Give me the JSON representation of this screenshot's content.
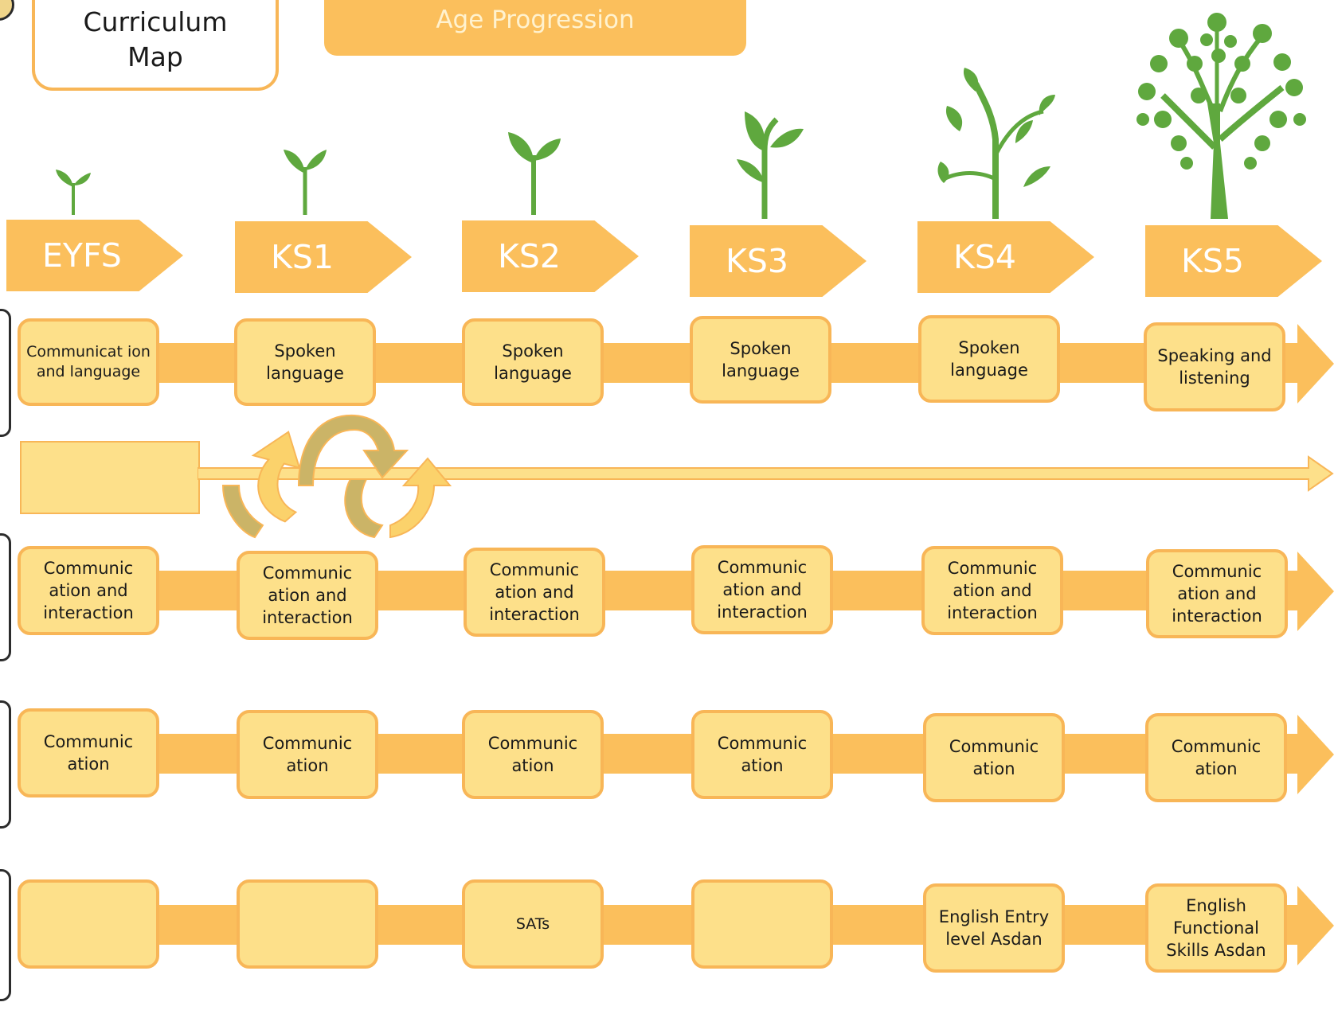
{
  "header": {
    "title": "Curriculum\nMap",
    "banner": "Age Progression"
  },
  "stages": [
    "EYFS",
    "KS1",
    "KS2",
    "KS3",
    "KS4",
    "KS5"
  ],
  "rows": [
    [
      "Communicat ion and language",
      "Spoken language",
      "Spoken language",
      "Spoken language",
      "Spoken language",
      "Speaking and listening"
    ],
    [
      "Communic ation and interaction",
      "Communic ation and interaction",
      "Communic ation and interaction",
      "Communic ation and interaction",
      "Communic ation and interaction",
      "Communic ation and interaction"
    ],
    [
      "Communic ation",
      "Communic ation",
      "Communic ation",
      "Communic ation",
      "Communic ation",
      "Communic ation"
    ],
    [
      "",
      "",
      "SATs",
      "",
      "English Entry level Asdan",
      "English Functional Skills Asdan"
    ]
  ],
  "colors": {
    "accent": "#fbbf5c",
    "box_fill": "#fde08a",
    "box_border": "#f8b657",
    "plant": "#5fa83e"
  },
  "icons": [
    "sprout-icon",
    "tree-icon",
    "cycle-arrow-icon",
    "arrow-right-icon"
  ]
}
